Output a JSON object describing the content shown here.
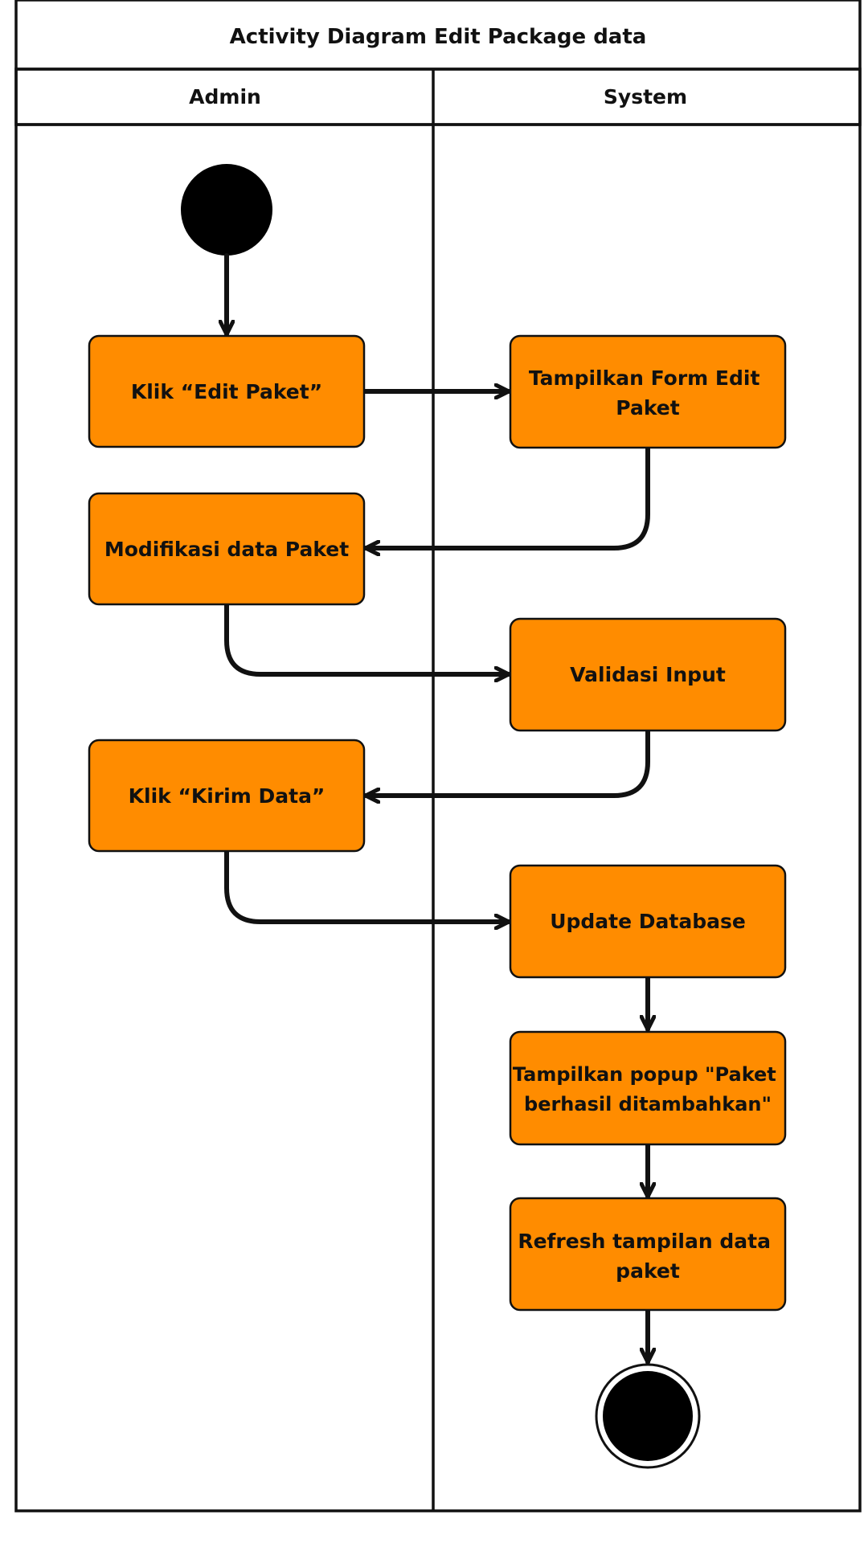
{
  "title": "Activity Diagram Edit Package data",
  "lanes": [
    {
      "id": "admin",
      "label": "Admin"
    },
    {
      "id": "system",
      "label": "System"
    }
  ],
  "colors": {
    "accent": "#FF8C00",
    "line": "#111111",
    "background": "#FFFFFF",
    "terminal": "#000000"
  },
  "nodes": [
    {
      "id": "klik-edit-paket",
      "lane": "admin",
      "text": "Klik “Edit Paket”"
    },
    {
      "id": "tampilkan-form-edit-paket",
      "lane": "system",
      "text": "Tampilkan Form Edit Paket"
    },
    {
      "id": "modifikasi-data-paket",
      "lane": "admin",
      "text": "Modifikasi data Paket"
    },
    {
      "id": "validasi-input",
      "lane": "system",
      "text": "Validasi Input"
    },
    {
      "id": "klik-kirim-data",
      "lane": "admin",
      "text": "Klik “Kirim Data”"
    },
    {
      "id": "update-database",
      "lane": "system",
      "text": "Update Database"
    },
    {
      "id": "tampilkan-popup",
      "lane": "system",
      "text": "Tampilkan popup \"Paket berhasil ditambahkan\""
    },
    {
      "id": "refresh-tampilan",
      "lane": "system",
      "text": "Refresh tampilan data paket"
    }
  ],
  "flows": [
    {
      "from": "start",
      "to": "klik-edit-paket"
    },
    {
      "from": "klik-edit-paket",
      "to": "tampilkan-form-edit-paket"
    },
    {
      "from": "tampilkan-form-edit-paket",
      "to": "modifikasi-data-paket"
    },
    {
      "from": "modifikasi-data-paket",
      "to": "validasi-input"
    },
    {
      "from": "validasi-input",
      "to": "klik-kirim-data"
    },
    {
      "from": "klik-kirim-data",
      "to": "update-database"
    },
    {
      "from": "update-database",
      "to": "tampilkan-popup"
    },
    {
      "from": "tampilkan-popup",
      "to": "refresh-tampilan"
    },
    {
      "from": "refresh-tampilan",
      "to": "end"
    }
  ]
}
